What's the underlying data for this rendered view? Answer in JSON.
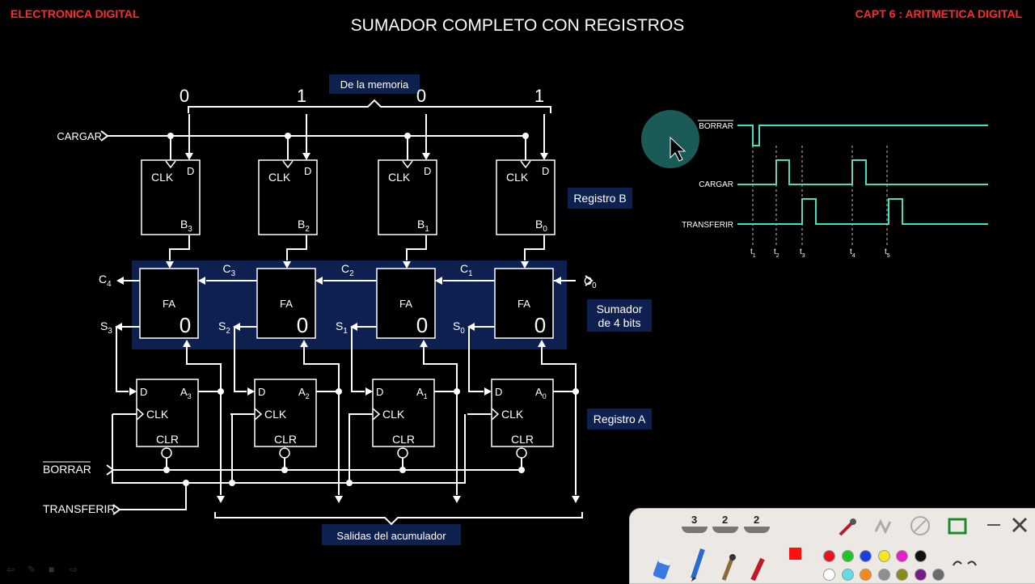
{
  "header": {
    "left": "ELECTRONICA DIGITAL",
    "right": "CAPT 6 : ARITMETICA DIGITAL",
    "title": "SUMADOR COMPLETO CON REGISTROS"
  },
  "diagram": {
    "memory_label": "De la memoria",
    "memory_bits": [
      "0",
      "1",
      "0",
      "1"
    ],
    "cargar": "CARGAR",
    "borrar": "BORRAR",
    "transferir": "TRANSFERIR",
    "reg_b_label": "Registro B",
    "reg_a_label": "Registro A",
    "adder_label_1": "Sumador",
    "adder_label_2": "de 4 bits",
    "outputs_label": "Salidas del acumulador",
    "clk": "CLK",
    "d": "D",
    "clr": "CLR",
    "fa": "FA",
    "fa_outputs": [
      "0",
      "0",
      "0",
      "0"
    ],
    "b_sub": [
      "3",
      "2",
      "1",
      "0"
    ],
    "c_labels": [
      "C",
      "C",
      "C",
      "C",
      "C"
    ],
    "c_subs": [
      "4",
      "3",
      "2",
      "1",
      "0"
    ],
    "s_subs": [
      "3",
      "2",
      "1",
      "0"
    ],
    "letter_b": "B",
    "letter_a": "A",
    "letter_s": "S"
  },
  "timing": {
    "signals": [
      "BORRAR",
      "CARGAR",
      "TRANSFERIR"
    ],
    "times": [
      "1",
      "2",
      "3",
      "4",
      "5"
    ],
    "t": "t"
  },
  "toolbar": {
    "sizes": [
      "3",
      "2",
      "2"
    ],
    "colors": [
      "#e8141b",
      "#1fc42b",
      "#1a3fe0",
      "#f2e81a",
      "#e81ec8",
      "#111111",
      "#ffffff",
      "#5fdde6",
      "#f28a1a",
      "#8f8f8f",
      "#8a8a1a",
      "#7a1a8a",
      "#6a6a6a"
    ]
  },
  "colors": {
    "accent_red": "#ff2a2a",
    "timing": "#40e0c0",
    "panel": "#0e2050"
  }
}
